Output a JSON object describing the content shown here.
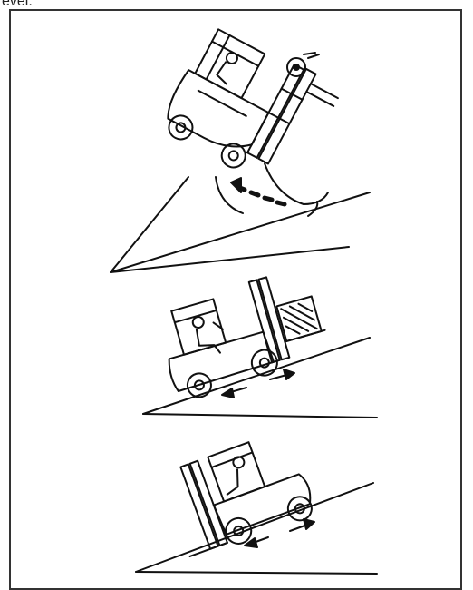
{
  "header": {
    "fragment_text": "evel."
  },
  "illustrations": [
    {
      "name": "forklift-tipping-over"
    },
    {
      "name": "forklift-ascending-slope-load-uphill"
    },
    {
      "name": "forklift-descending-slope-forks-downhill"
    }
  ],
  "colors": {
    "line": "#111111",
    "background": "#ffffff"
  }
}
